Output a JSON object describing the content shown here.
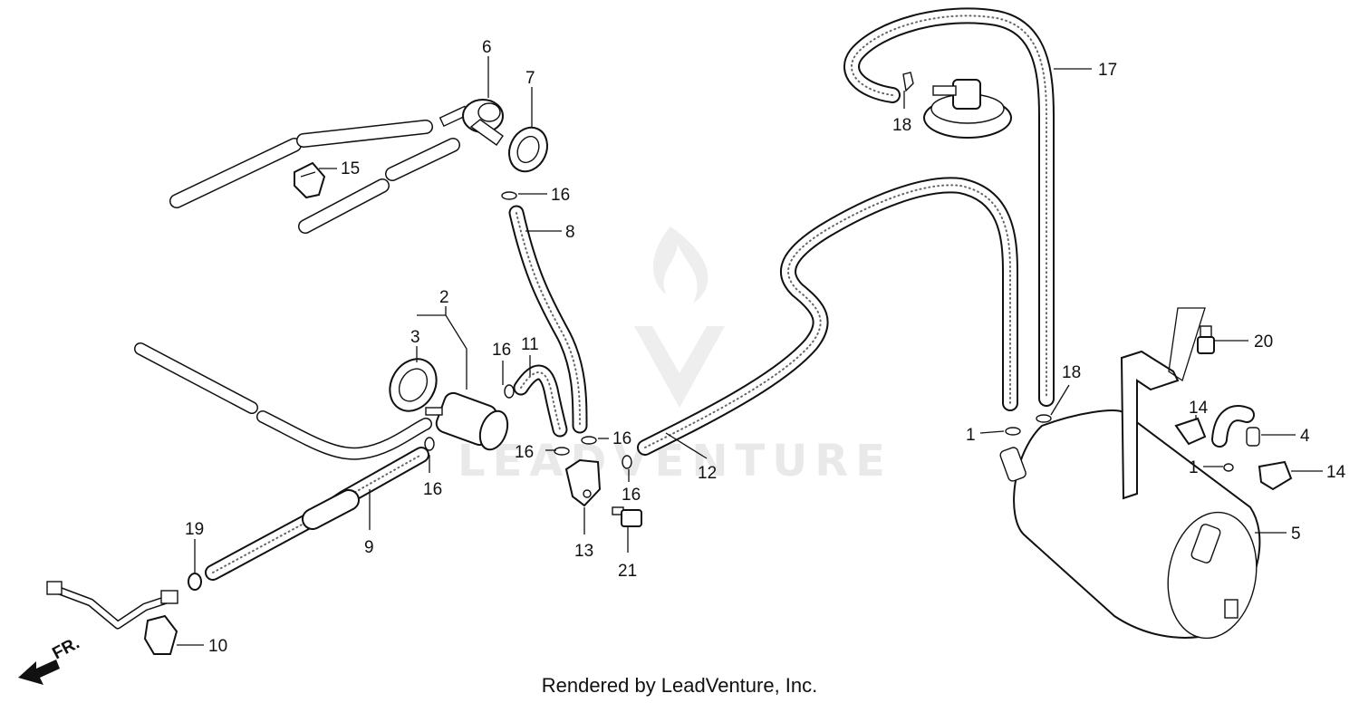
{
  "watermark": {
    "text": "LEADVENTURE"
  },
  "footer": {
    "text": "Rendered by LeadVenture, Inc."
  },
  "direction_marker": {
    "label": "FR.",
    "icon": "front-direction-arrow-icon"
  },
  "callouts": {
    "c1a": "1",
    "c1b": "1",
    "c2": "2",
    "c3": "3",
    "c4": "4",
    "c5": "5",
    "c6": "6",
    "c7": "7",
    "c8": "8",
    "c9": "9",
    "c10": "10",
    "c11": "11",
    "c12": "12",
    "c13": "13",
    "c14a": "14",
    "c14b": "14",
    "c15": "15",
    "c16a": "16",
    "c16b": "16",
    "c16c": "16",
    "c16d": "16",
    "c16e": "16",
    "c16f": "16",
    "c17": "17",
    "c18a": "18",
    "c18b": "18",
    "c19": "19",
    "c20": "20",
    "c21": "21"
  }
}
